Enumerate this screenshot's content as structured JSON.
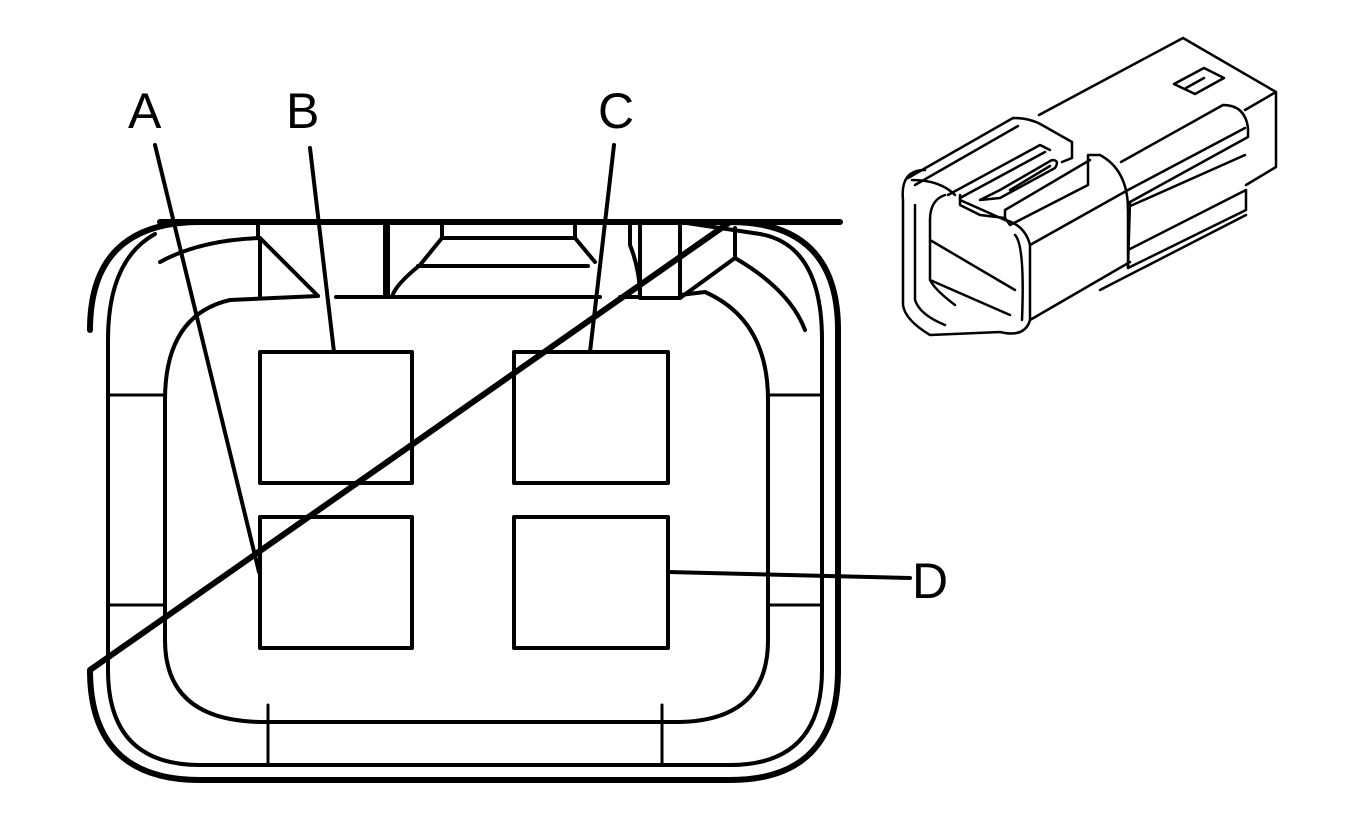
{
  "diagram": {
    "pin_labels": [
      "A",
      "B",
      "C",
      "D"
    ],
    "line_color": "#000000",
    "background": "#ffffff"
  }
}
